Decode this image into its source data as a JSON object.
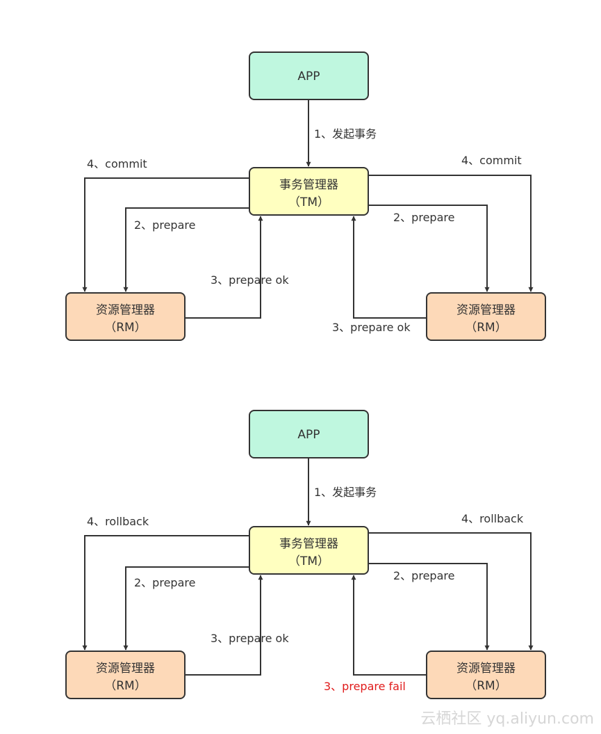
{
  "colors": {
    "app_fill": "#bff7df",
    "tm_fill": "#ffffc0",
    "rm_fill": "#fdd9b8",
    "stroke": "#333333",
    "fail_text": "#e01b1b"
  },
  "diagram_top": {
    "app_label": "APP",
    "tm_label_1": "事务管理器",
    "tm_label_2": "（TM）",
    "rm_left_label_1": "资源管理器",
    "rm_left_label_2": "（RM）",
    "rm_right_label_1": "资源管理器",
    "rm_right_label_2": "（RM）",
    "step1": "1、发起事务",
    "step4_left": "4、commit",
    "step4_right": "4、commit",
    "step2_left": "2、prepare",
    "step2_right": "2、prepare",
    "step3_left": "3、prepare ok",
    "step3_right": "3、prepare ok"
  },
  "diagram_bottom": {
    "app_label": "APP",
    "tm_label_1": "事务管理器",
    "tm_label_2": "（TM）",
    "rm_left_label_1": "资源管理器",
    "rm_left_label_2": "（RM）",
    "rm_right_label_1": "资源管理器",
    "rm_right_label_2": "（RM）",
    "step1": "1、发起事务",
    "step4_left": "4、rollback",
    "step4_right": "4、rollback",
    "step2_left": "2、prepare",
    "step2_right": "2、prepare",
    "step3_left": "3、prepare ok",
    "step3_right": "3、prepare fail"
  },
  "watermark": "云栖社区 yq.aliyun.com"
}
